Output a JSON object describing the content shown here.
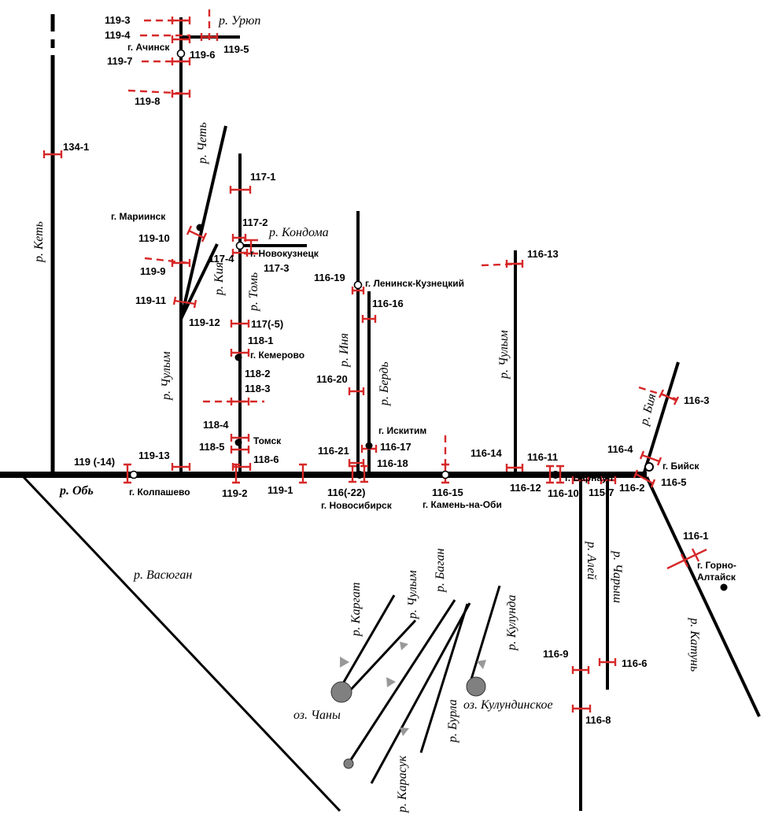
{
  "rivers": [
    {
      "key": "ket",
      "name": "р. Кеть"
    },
    {
      "key": "ob",
      "name": "р. Обь"
    },
    {
      "key": "uryup",
      "name": "р. Урюп"
    },
    {
      "key": "chet",
      "name": "р. Четь"
    },
    {
      "key": "kondoma",
      "name": "р. Кондома"
    },
    {
      "key": "kiya",
      "name": "р. Кия"
    },
    {
      "key": "tom",
      "name": "р. Томь"
    },
    {
      "key": "chulym1",
      "name": "р. Чулым"
    },
    {
      "key": "inya",
      "name": "р. Иня"
    },
    {
      "key": "berd",
      "name": "р. Бердь"
    },
    {
      "key": "chulym2",
      "name": "р. Чулым"
    },
    {
      "key": "biya",
      "name": "р. Бия"
    },
    {
      "key": "vasyugan",
      "name": "р. Васюган"
    },
    {
      "key": "kargat",
      "name": "р. Каргат"
    },
    {
      "key": "chulym3",
      "name": "р. Чулым"
    },
    {
      "key": "bagan",
      "name": "р. Баган"
    },
    {
      "key": "kulunda",
      "name": "р. Кулунда"
    },
    {
      "key": "karasuk",
      "name": "р. Карасук"
    },
    {
      "key": "burla",
      "name": "р. Бурла"
    },
    {
      "key": "alei",
      "name": "р. Алей"
    },
    {
      "key": "charysh",
      "name": "р. Чарыш"
    },
    {
      "key": "katun",
      "name": "р. Катунь"
    }
  ],
  "lakes": [
    {
      "key": "chany",
      "name": "оз. Чаны"
    },
    {
      "key": "kulundinskoe",
      "name": "оз. Кулундинское"
    }
  ],
  "cities": [
    {
      "key": "achinsk",
      "name": "г. Ачинск"
    },
    {
      "key": "mariinsk",
      "name": "г. Мариинск"
    },
    {
      "key": "novokuznetsk",
      "name": "г. Новокузнецк"
    },
    {
      "key": "leninsk",
      "name": "г. Ленинск-Кузнецкий"
    },
    {
      "key": "kemerovo",
      "name": "г. Кемерово"
    },
    {
      "key": "tomsk",
      "name": "Томск"
    },
    {
      "key": "iskitim",
      "name": "г. Искитим"
    },
    {
      "key": "barnaul",
      "name": "г. Барнаул"
    },
    {
      "key": "biysk",
      "name": "г. Бийск"
    },
    {
      "key": "kolpashevo",
      "name": "г. Колпашево"
    },
    {
      "key": "novosibirsk",
      "name": "г. Новосибирск"
    },
    {
      "key": "kamen",
      "name": "г. Камень-на-Оби"
    },
    {
      "key": "gorno1",
      "name": "г. Горно-"
    },
    {
      "key": "gorno2",
      "name": "Алтайск"
    }
  ],
  "sites": [
    "119-3",
    "119-4",
    "119-6",
    "119-5",
    "119-7",
    "119-8",
    "134-1",
    "117-1",
    "117-2",
    "119-10",
    "117-4",
    "117-3",
    "119-9",
    "119-11",
    "119-12",
    "117(-5)",
    "118-1",
    "118-2",
    "118-3",
    "118-4",
    "118-5",
    "118-6",
    "119 (-14)",
    "119-13",
    "119-2",
    "119-1",
    "116-19",
    "116-16",
    "116-20",
    "116-21",
    "116-17",
    "116-18",
    "116(-22)",
    "116-15",
    "116-13",
    "116-14",
    "116-11",
    "116-12",
    "116-10",
    "115-7",
    "116-2",
    "116-4",
    "116-5",
    "116-3",
    "116-1",
    "116-9",
    "116-6",
    "116-8"
  ]
}
